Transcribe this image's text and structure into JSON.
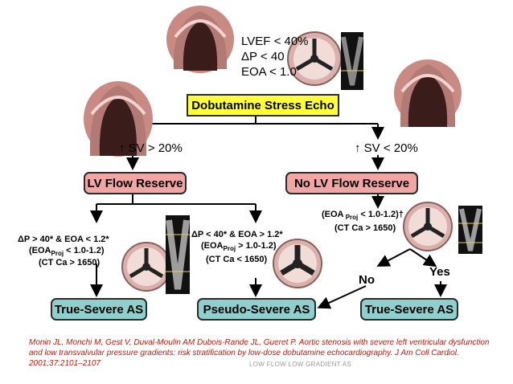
{
  "top": {
    "lvef": "LVEF < 40%",
    "dp": "ΔP < 40",
    "eoa": "EOA < 1.0",
    "title": "Dobutamine Stress Echo"
  },
  "branches": {
    "sv_high": "↑ SV > 20%",
    "sv_low": "↑ SV < 20%",
    "flow_reserve": "LV Flow Reserve",
    "no_flow_reserve": "No LV Flow Reserve"
  },
  "left_criteria": {
    "line1": "ΔP > 40* & EOA < 1.2*",
    "line2_pre": "(EOA",
    "line2_sub": "Proj",
    "line2_post": " < 1.0-1.2)",
    "line3": "(CT Ca > 1650)"
  },
  "mid_criteria": {
    "line1": "ΔP < 40* & EOA > 1.2*",
    "line2_pre": "(EOA",
    "line2_sub": "Proj",
    "line2_post": " > 1.0-1.2)",
    "line3": "(CT Ca < 1650)"
  },
  "right_criteria": {
    "line1_pre": "(EOA",
    "line1_sub": " Proj",
    "line1_post": " < 1.0-1.2)†",
    "line2": "(CT Ca > 1650)"
  },
  "decision": {
    "no": "No",
    "yes": "Yes"
  },
  "outcomes": {
    "left": "True-Severe AS",
    "middle": "Pseudo-Severe AS",
    "right": "True-Severe AS"
  },
  "citation": "Monin JL, Monchi M, Gest V, Duval-Moulin AM Dubois-Rande JL, Gueret P. Aortic stenosis with severe left ventricular dysfunction and low transvalvular pressure gradients: risk stratification by low-dose dobutamine echocardiography. J Am Coll Cardiol. 2001;37:2101–2107",
  "footer": "LOW FLOW LOW GRADIENT  AS",
  "colors": {
    "yellow_box": "#ffff3a",
    "pink_box": "#f1a6a3",
    "teal_box": "#8fd0cf",
    "citation_text": "#c5190b"
  }
}
